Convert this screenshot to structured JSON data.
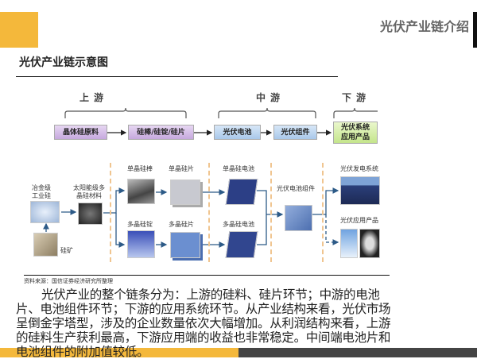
{
  "header": {
    "section_title": "光伏产业链介绍",
    "slide_title": "光伏产业链示意图"
  },
  "diagram": {
    "stages": {
      "upstream": "上游",
      "midstream": "中游",
      "downstream": "下游"
    },
    "flow": {
      "raw": "晶体硅原料",
      "wafer": "硅棒/硅锭/硅片",
      "cell": "光伏电池",
      "module": "光伏组件",
      "app": "光伏系统应用产品"
    },
    "items": {
      "metal_si": "冶金级工业硅",
      "ore": "硅矿",
      "solar_poly": "太阳能级多晶硅材料",
      "mono_rod": "单晶硅棒",
      "poly_ingot": "多晶硅锭",
      "mono_wafer": "单晶硅片",
      "poly_wafer": "多晶硅片",
      "mono_cell": "单晶硅电池",
      "poly_cell": "多晶硅电池",
      "module": "光伏电池组件",
      "power_system": "光伏发电系统",
      "app_products": "光伏应用产品"
    },
    "source": "资料来源：国信证券经济研究所整理"
  },
  "body": "光伏产业的整个链条分为：上游的硅料、硅片环节；中游的电池片、电池组件环节；下游的应用系统环节。从产业结构来看，光伏市场呈倒金字塔型，涉及的企业数量依次大幅增加。从利润结构来看，上游的硅料生产获利最高，下游应用端的收益也非常稳定。中间端电池片和电池组件的附加值较低。",
  "colors": {
    "accent": "#f4b83b",
    "dark": "#444444"
  }
}
